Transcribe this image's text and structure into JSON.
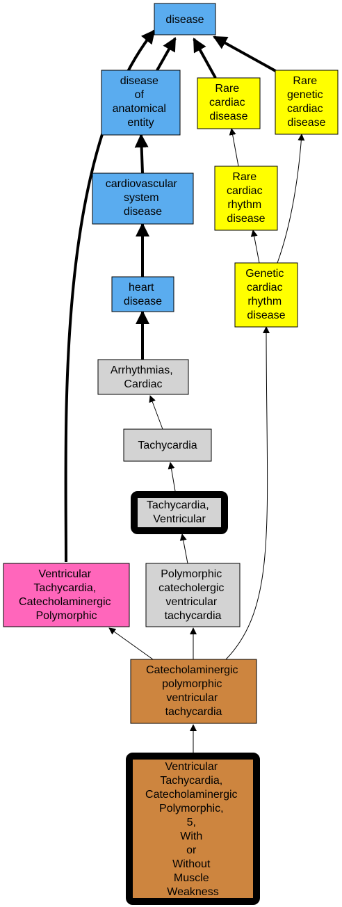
{
  "colors": {
    "blue": "#5aacef",
    "yellow": "#ffff00",
    "gray": "#d3d3d3",
    "pink": "#ff66bb",
    "orange": "#cd853f",
    "edge": "#000000"
  },
  "nodes": {
    "disease": {
      "lines": [
        "disease"
      ]
    },
    "disease_anatomical": {
      "lines": [
        "disease",
        "of",
        "anatomical",
        "entity"
      ]
    },
    "rare_cardiac": {
      "lines": [
        "Rare",
        "cardiac",
        "disease"
      ]
    },
    "rare_genetic_cardiac": {
      "lines": [
        "Rare",
        "genetic",
        "cardiac",
        "disease"
      ]
    },
    "cardiovascular": {
      "lines": [
        "cardiovascular",
        "system",
        "disease"
      ]
    },
    "rare_cardiac_rhythm": {
      "lines": [
        "Rare",
        "cardiac",
        "rhythm",
        "disease"
      ]
    },
    "genetic_cardiac_rhythm": {
      "lines": [
        "Genetic",
        "cardiac",
        "rhythm",
        "disease"
      ]
    },
    "heart_disease": {
      "lines": [
        "heart",
        "disease"
      ]
    },
    "arrhythmias": {
      "lines": [
        "Arrhythmias,",
        "Cardiac"
      ]
    },
    "tachycardia": {
      "lines": [
        "Tachycardia"
      ]
    },
    "tachy_ventricular": {
      "lines": [
        "Tachycardia,",
        "Ventricular"
      ]
    },
    "vt_catecholaminergic": {
      "lines": [
        "Ventricular",
        "Tachycardia,",
        "Catecholaminergic",
        "Polymorphic"
      ]
    },
    "polymorphic_catecholergic": {
      "lines": [
        "Polymorphic",
        "catecholergic",
        "ventricular",
        "tachycardia"
      ]
    },
    "cpvt": {
      "lines": [
        "Catecholaminergic",
        "polymorphic",
        "ventricular",
        "tachycardia"
      ]
    },
    "vt_cpvt5": {
      "lines": [
        "Ventricular",
        "Tachycardia,",
        "Catecholaminergic",
        "Polymorphic,",
        "5,",
        "With",
        "or",
        "Without",
        "Muscle",
        "Weakness"
      ]
    }
  }
}
